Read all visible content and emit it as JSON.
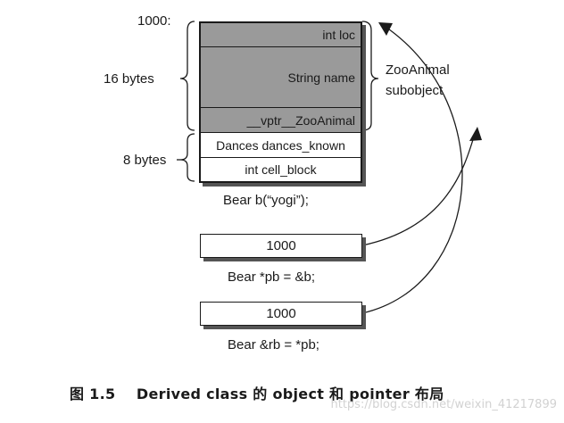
{
  "memory": {
    "address_label": "1000:",
    "group_16_label": "16 bytes",
    "group_8_label": "8 bytes",
    "subobject_label_line1": "ZooAnimal",
    "subobject_label_line2": "subobject",
    "fields": {
      "int_loc": "int loc",
      "string_name": "String name",
      "vptr": "__vptr__ZooAnimal",
      "dances": "Dances dances_known",
      "cell_block": "int cell_block"
    },
    "declaration": "Bear b(“yogi”);"
  },
  "pointer": {
    "value": "1000",
    "declaration": "Bear *pb = &b;"
  },
  "reference": {
    "value": "1000",
    "declaration": "Bear &rb = *pb;"
  },
  "caption": "图 1.5    Derived class 的 object 和 pointer 布局",
  "watermark": "https://blog.csdn.net/weixin_41217899",
  "colors": {
    "gray_fill": "#9a9a9a",
    "line": "#1a1a1a"
  }
}
